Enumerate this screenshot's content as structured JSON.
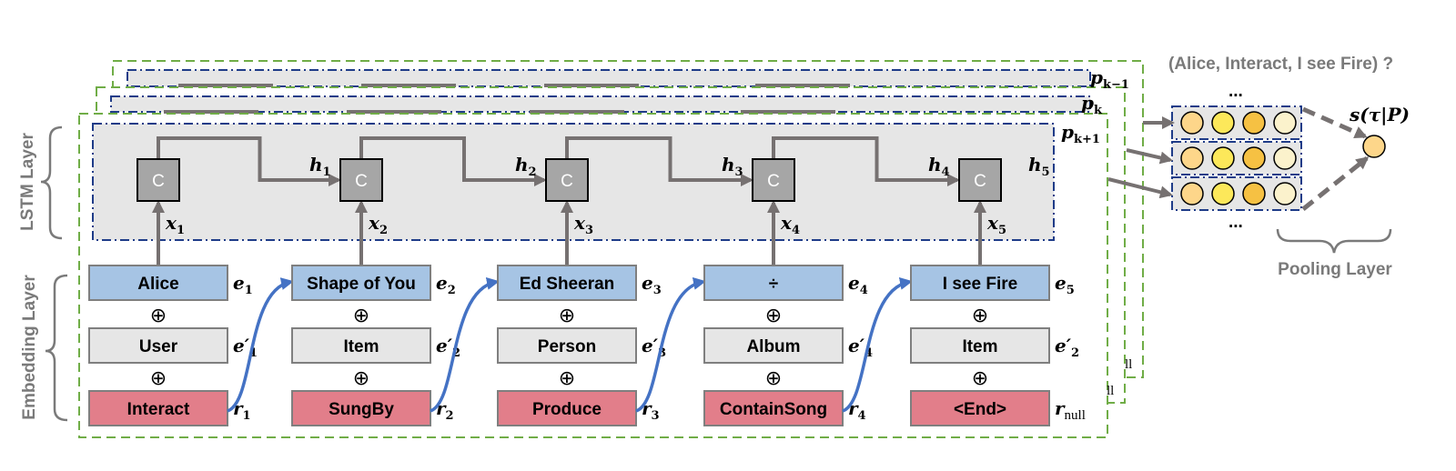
{
  "layers": {
    "lstm": "LSTM Layer",
    "embedding": "Embedding Layer",
    "pooling": "Pooling Layer"
  },
  "query": "(Alice, Interact, I see Fire) ?",
  "score_label": "s(τ|P)",
  "ellipsis": "...",
  "paths": [
    {
      "var": "p",
      "sub": "k−1"
    },
    {
      "var": "p",
      "sub": "k"
    },
    {
      "var": "p",
      "sub": "k+1"
    }
  ],
  "cell_label": "C",
  "oplus": "⊕",
  "steps": [
    {
      "entity": "Alice",
      "type": "User",
      "relation": "Interact",
      "e": "e",
      "e_sub": "1",
      "ep": "e′",
      "ep_sub": "1",
      "r": "r",
      "r_sub": "1",
      "x": "x",
      "x_sub": "1",
      "h": "h",
      "h_sub": "1"
    },
    {
      "entity": "Shape of You",
      "type": "Item",
      "relation": "SungBy",
      "e": "e",
      "e_sub": "2",
      "ep": "e′",
      "ep_sub": "2",
      "r": "r",
      "r_sub": "2",
      "x": "x",
      "x_sub": "2",
      "h": "h",
      "h_sub": "2"
    },
    {
      "entity": "Ed Sheeran",
      "type": "Person",
      "relation": "Produce",
      "e": "e",
      "e_sub": "3",
      "ep": "e′",
      "ep_sub": "3",
      "r": "r",
      "r_sub": "3",
      "x": "x",
      "x_sub": "3",
      "h": "h",
      "h_sub": "3"
    },
    {
      "entity": "÷",
      "type": "Album",
      "relation": "ContainSong",
      "e": "e",
      "e_sub": "4",
      "ep": "e′",
      "ep_sub": "4",
      "r": "r",
      "r_sub": "4",
      "x": "x",
      "x_sub": "4",
      "h": "h",
      "h_sub": "4"
    },
    {
      "entity": "I see Fire",
      "type": "Item",
      "relation": "<End>",
      "e": "e",
      "e_sub": "5",
      "ep": "e′",
      "ep_sub": "2",
      "r": "r",
      "r_sub": "null",
      "x": "x",
      "x_sub": "5",
      "h": "h",
      "h_sub": "5"
    }
  ],
  "stack_fragment": "ll",
  "colors": {
    "entity_fill": "#a6c4e4",
    "type_fill": "#e6e6e6",
    "relation_fill": "#e27e8a",
    "cell_fill": "#a6a6a6",
    "lstm_bg": "#e6e6e6",
    "green_dash": "#70ad47",
    "blue_dashdot": "#1f3c88",
    "arrow_gray": "#767171",
    "curve_blue": "#4472c4",
    "pool_circles": [
      "#fdd68a",
      "#fce85a",
      "#f6c143",
      "#fbf2cc"
    ],
    "score_circle": "#fdd68a"
  }
}
